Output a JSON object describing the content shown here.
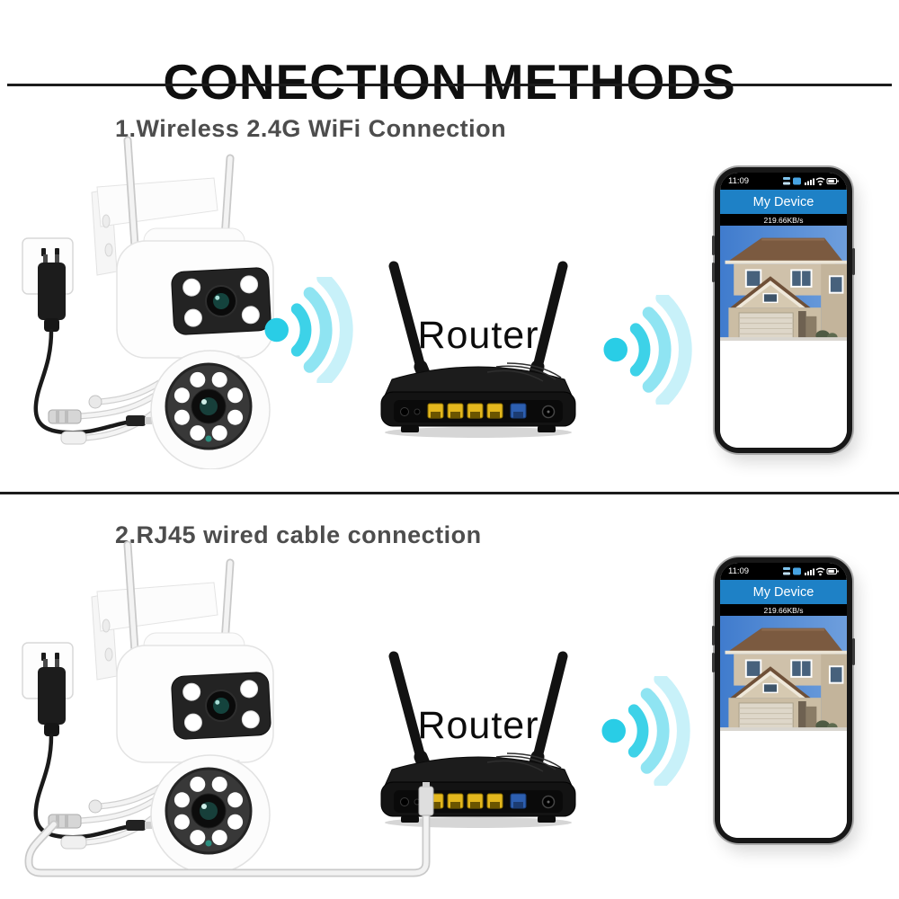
{
  "title": "CONECTION METHODS",
  "sections": [
    {
      "heading": "1.Wireless 2.4G WiFi Connection",
      "router_label": "Router",
      "connection_type": "wireless"
    },
    {
      "heading": "2.RJ45 wired cable connection",
      "router_label": "Router",
      "connection_type": "wired"
    }
  ],
  "phone": {
    "status_time": "11:09",
    "status_icons": [
      "network-speed",
      "hd-chip",
      "signal-bars",
      "wifi",
      "battery"
    ],
    "app_title": "My Device",
    "bandwidth": "219.66KB/s"
  },
  "illustrations": {
    "camera": "dual-lens-wifi-ptz-camera-with-power-plug",
    "router": "black-wireless-router-4-lan-1-wan",
    "phone": "smartphone-showing-camera-app",
    "wifi_waves": "cyan-wifi-signal-waves",
    "ethernet_cable": "white-rj45-cable-camera-to-router"
  },
  "colors": {
    "wifi_waves": "#29cde6",
    "app_header_blue": "#1e81c6",
    "router_port_yellow": "#e3b71e",
    "router_port_blue": "#2d5fb0",
    "background": "#ffffff",
    "heading_gray": "#4d4d4d"
  }
}
